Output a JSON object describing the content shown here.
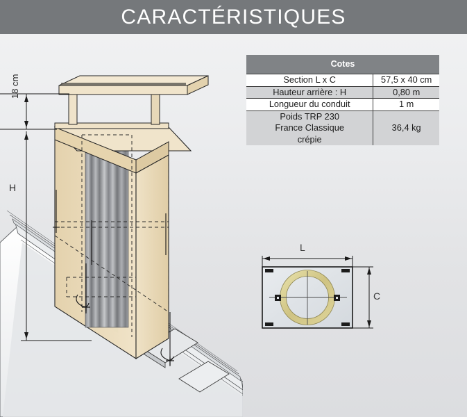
{
  "header": {
    "title": "CARACTÉRISTIQUES",
    "background_color": "#75787b",
    "text_color": "#ffffff"
  },
  "table": {
    "header_label": "Cotes",
    "header_bg": "#808386",
    "rows": [
      {
        "label": "Section L x C",
        "value": "57,5 x 40 cm",
        "shade": "white"
      },
      {
        "label": "Hauteur arrière : H",
        "value": "0,80 m",
        "shade": "gray"
      },
      {
        "label": "Longueur du conduit",
        "value": "1 m",
        "shade": "white"
      },
      {
        "label": "Poids TRP 230\nFrance Classique\ncrépie",
        "value": "36,4 kg",
        "shade": "gray"
      }
    ],
    "row4_line1": "Poids TRP 230",
    "row4_line2": "France Classique",
    "row4_line3": "crépie"
  },
  "main_drawing": {
    "dimension_18cm": "18 cm",
    "dimension_H": "H",
    "description": "isometric cut-away of a rendered chimney terminal on a sloped roof with inner metal flue",
    "colors": {
      "render_beige": "#ead9b8",
      "render_beige_light": "#f2e6ce",
      "flue_metal_dark": "#6f7175",
      "flue_metal_light": "#c9cbcd",
      "roof_panel": "#f4f5f6",
      "outline": "#1e1e1e"
    }
  },
  "section_diagram": {
    "dimension_L": "L",
    "dimension_C": "C",
    "description": "plan view of the rectangular base plate with circular duct opening",
    "colors": {
      "plate": "#dfe3e7",
      "ring": "#d9cf93",
      "bracket": "#1b1b1b"
    }
  }
}
